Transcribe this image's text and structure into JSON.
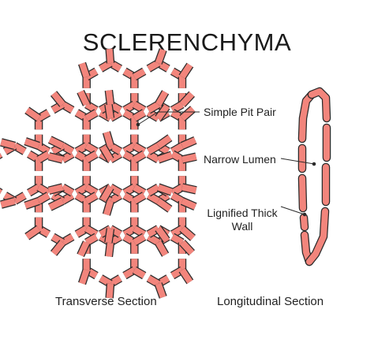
{
  "title": "SCLERENCHYMA",
  "labels": {
    "pit_pair": "Simple Pit Pair",
    "narrow_lumen": "Narrow Lumen",
    "lignified_wall_line1": "Lignified Thick",
    "lignified_wall_line2": "Wall"
  },
  "captions": {
    "transverse": "Transverse Section",
    "longitudinal": "Longitudinal Section"
  },
  "colors": {
    "wall_fill": "#f2857c",
    "wall_stroke": "#2a2a2a",
    "background": "#ffffff"
  }
}
